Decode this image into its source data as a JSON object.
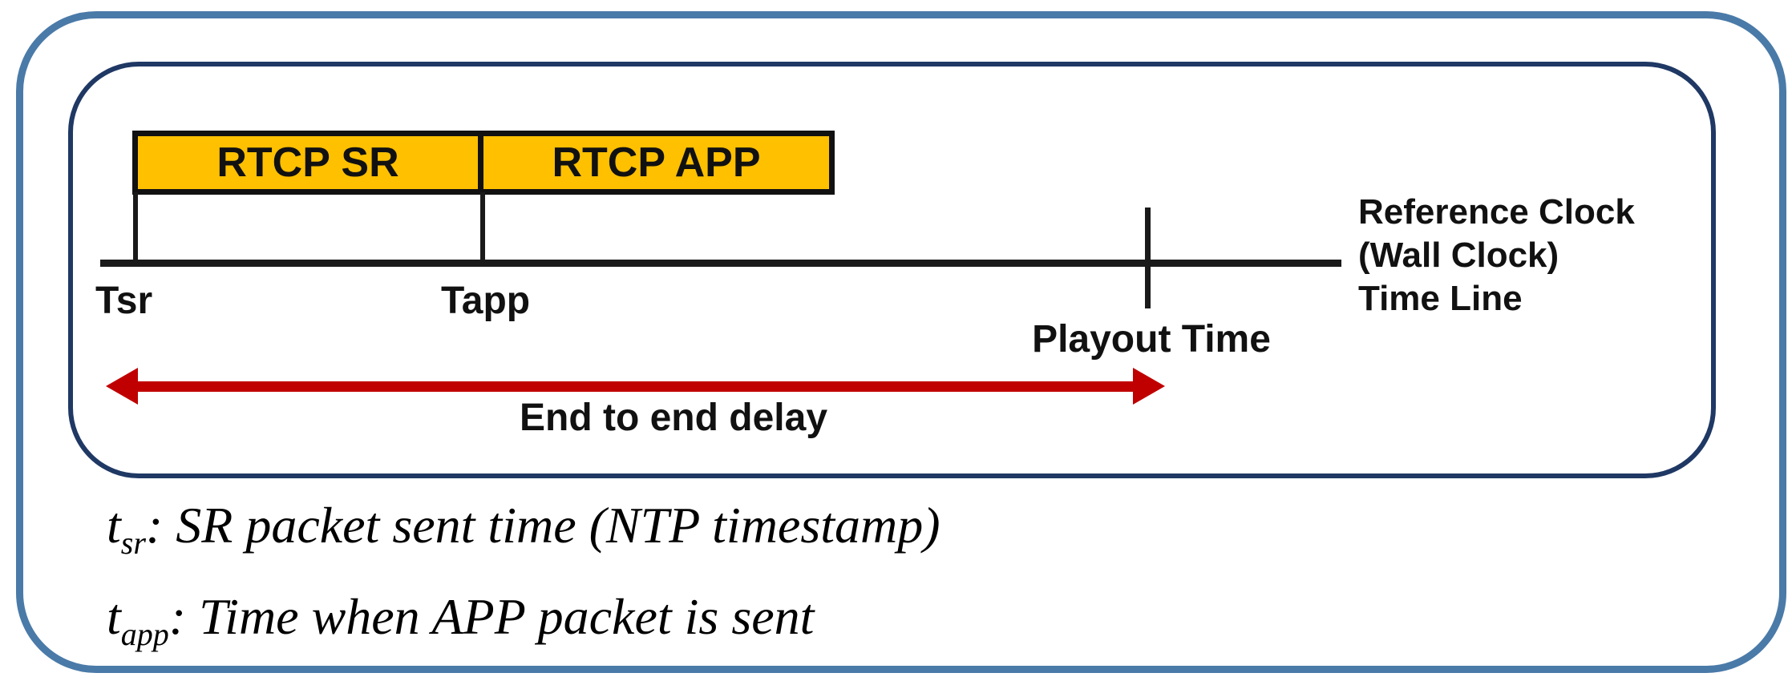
{
  "diagram": {
    "title_hint": "RTCP SR / APP timing on reference clock time line",
    "boxes": [
      {
        "label": "RTCP SR"
      },
      {
        "label": "RTCP APP"
      }
    ],
    "timeline": {
      "tsr_label": "Tsr",
      "tapp_label": "Tapp",
      "playout_label": "Playout Time"
    },
    "reference_clock": {
      "lines": [
        "Reference Clock",
        "(Wall Clock)",
        "Time Line"
      ]
    },
    "arrow": {
      "label": "End to end delay"
    },
    "legend": [
      {
        "symbol": "t",
        "subscript": "sr",
        "text": ": SR packet sent time (NTP timestamp)"
      },
      {
        "symbol": "t",
        "subscript": "app",
        "text": ": Time when APP packet is sent"
      }
    ],
    "colors": {
      "outer-border": "#4A7AA8",
      "inner-border": "#1F3864",
      "box-fill": "#FFC000",
      "box-border": "#111111",
      "arrow-red": "#C00000",
      "line-black": "#1A1A1A",
      "text-black": "#111111",
      "background": "#FFFFFF"
    }
  }
}
